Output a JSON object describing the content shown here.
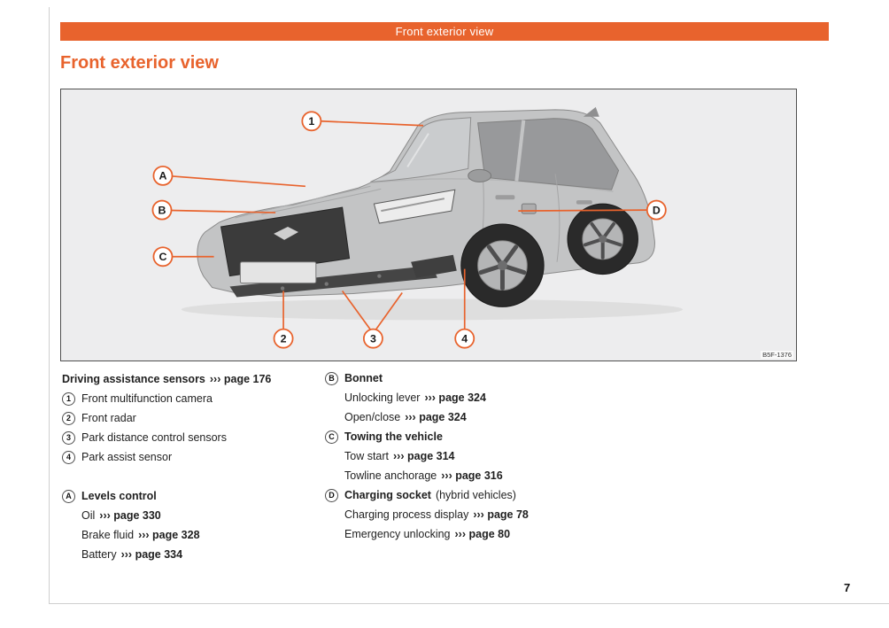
{
  "page": {
    "header_bar_title": "Front exterior view",
    "title": "Front exterior view",
    "page_number": "7",
    "accent_color": "#e8632d"
  },
  "figure": {
    "image_code": "B5F-1376",
    "callouts": {
      "n1": "1",
      "n2": "2",
      "n3": "3",
      "n4": "4",
      "lA": "A",
      "lB": "B",
      "lC": "C",
      "lD": "D"
    }
  },
  "content": {
    "left": {
      "heading": {
        "label": "Driving assistance sensors",
        "ref": "››› page 176"
      },
      "numbered_items": [
        {
          "marker": "1",
          "label": "Front multifunction camera"
        },
        {
          "marker": "2",
          "label": "Front radar"
        },
        {
          "marker": "3",
          "label": "Park distance control sensors"
        },
        {
          "marker": "4",
          "label": "Park assist sensor"
        }
      ],
      "sections": [
        {
          "marker": "A",
          "title": "Levels control",
          "items": [
            {
              "label": "Oil",
              "ref": "››› page 330"
            },
            {
              "label": "Brake fluid",
              "ref": "››› page 328"
            },
            {
              "label": "Battery",
              "ref": "››› page 334"
            }
          ]
        }
      ]
    },
    "right": {
      "sections": [
        {
          "marker": "B",
          "title": "Bonnet",
          "items": [
            {
              "label": "Unlocking lever",
              "ref": "››› page 324"
            },
            {
              "label": "Open/close",
              "ref": "››› page 324"
            }
          ]
        },
        {
          "marker": "C",
          "title": "Towing the vehicle",
          "items": [
            {
              "label": "Tow start",
              "ref": "››› page 314"
            },
            {
              "label": "Towline anchorage",
              "ref": "››› page 316"
            }
          ]
        },
        {
          "marker": "D",
          "title": "Charging socket",
          "title_suffix": "(hybrid vehicles)",
          "items": [
            {
              "label": "Charging process display",
              "ref": "››› page 78"
            },
            {
              "label": "Emergency unlocking",
              "ref": "››› page 80"
            }
          ]
        }
      ]
    }
  }
}
